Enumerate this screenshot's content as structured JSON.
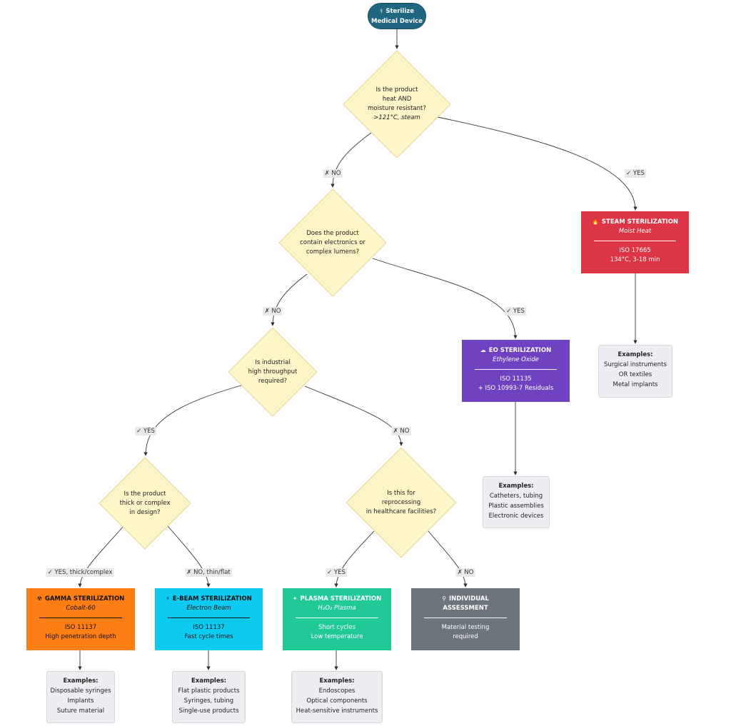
{
  "start": {
    "icon": "medical-icon",
    "line1": "Sterilize",
    "line2": "Medical Device"
  },
  "decisions": {
    "heat": {
      "lines": [
        "Is the product",
        "heat AND",
        "moisture resistant?"
      ],
      "note": ">121°C, steam"
    },
    "electronics": {
      "lines": [
        "Does the product",
        "contain electronics or",
        "complex lumens?"
      ]
    },
    "throughput": {
      "lines": [
        "Is industrial",
        "high throughput",
        "required?"
      ]
    },
    "thick": {
      "lines": [
        "Is the product",
        "thick or complex",
        "in design?"
      ]
    },
    "reprocessing": {
      "lines": [
        "Is this for",
        "reprocessing",
        "in healthcare facilities?"
      ]
    }
  },
  "edge_labels": {
    "heat_no": "✗ NO",
    "heat_yes": "✓ YES",
    "elec_no": "✗ NO",
    "elec_yes": "✓ YES",
    "thru_yes": "✓ YES",
    "thru_no": "✗ NO",
    "thick_yes": "✓ YES, thick/complex",
    "thick_no": "✗ NO, thin/flat",
    "repro_yes": "✓ YES",
    "repro_no": "✗ NO"
  },
  "methods": {
    "steam": {
      "icon": "fire-icon",
      "glyph": "🔥",
      "title": "STEAM STERILIZATION",
      "sub": "Moist Heat",
      "detail1": "ISO 17665",
      "detail2": "134°C, 3-18 min",
      "color": "#dc3545"
    },
    "eo": {
      "icon": "cloud-icon",
      "glyph": "☁",
      "title": "EO STERILIZATION",
      "sub": "Ethylene Oxide",
      "detail1": "ISO 11135",
      "detail2": "+ ISO 10993-7 Residuals",
      "color": "#6f42c1"
    },
    "gamma": {
      "icon": "radiation-icon",
      "glyph": "☢",
      "title": "GAMMA STERILIZATION",
      "sub": "Cobalt-60",
      "detail1": "ISO 11137",
      "detail2": "High penetration depth",
      "color": "#fd7e14"
    },
    "ebeam": {
      "icon": "lightning-icon",
      "glyph": "⚡",
      "title": "E-BEAM STERILIZATION",
      "sub": "Electron Beam",
      "detail1": "ISO 11137",
      "detail2": "Fast cycle times",
      "color": "#0dcaf0"
    },
    "plasma": {
      "icon": "plasma-icon",
      "glyph": "✦",
      "title": "PLASMA STERILIZATION",
      "sub": "H₂O₂ Plasma",
      "detail1": "Short cycles",
      "detail2": "Low temperature",
      "color": "#20c997"
    },
    "individual": {
      "icon": "search-icon",
      "glyph": "⚲",
      "title": "INDIVIDUAL",
      "title2": "ASSESSMENT",
      "detail1": "Material testing",
      "detail2": "required",
      "color": "#6c757d"
    }
  },
  "examples": {
    "steam": {
      "head": "Examples:",
      "items": [
        "Surgical instruments",
        "OR textiles",
        "Metal implants"
      ]
    },
    "eo": {
      "head": "Examples:",
      "items": [
        "Catheters, tubing",
        "Plastic assemblies",
        "Electronic devices"
      ]
    },
    "gamma": {
      "head": "Examples:",
      "items": [
        "Disposable syringes",
        "Implants",
        "Suture material"
      ]
    },
    "ebeam": {
      "head": "Examples:",
      "items": [
        "Flat plastic products",
        "Syringes, tubing",
        "Single-use products"
      ]
    },
    "plasma": {
      "head": "Examples:",
      "items": [
        "Endoscopes",
        "Optical components",
        "Heat-sensitive instruments"
      ]
    }
  }
}
